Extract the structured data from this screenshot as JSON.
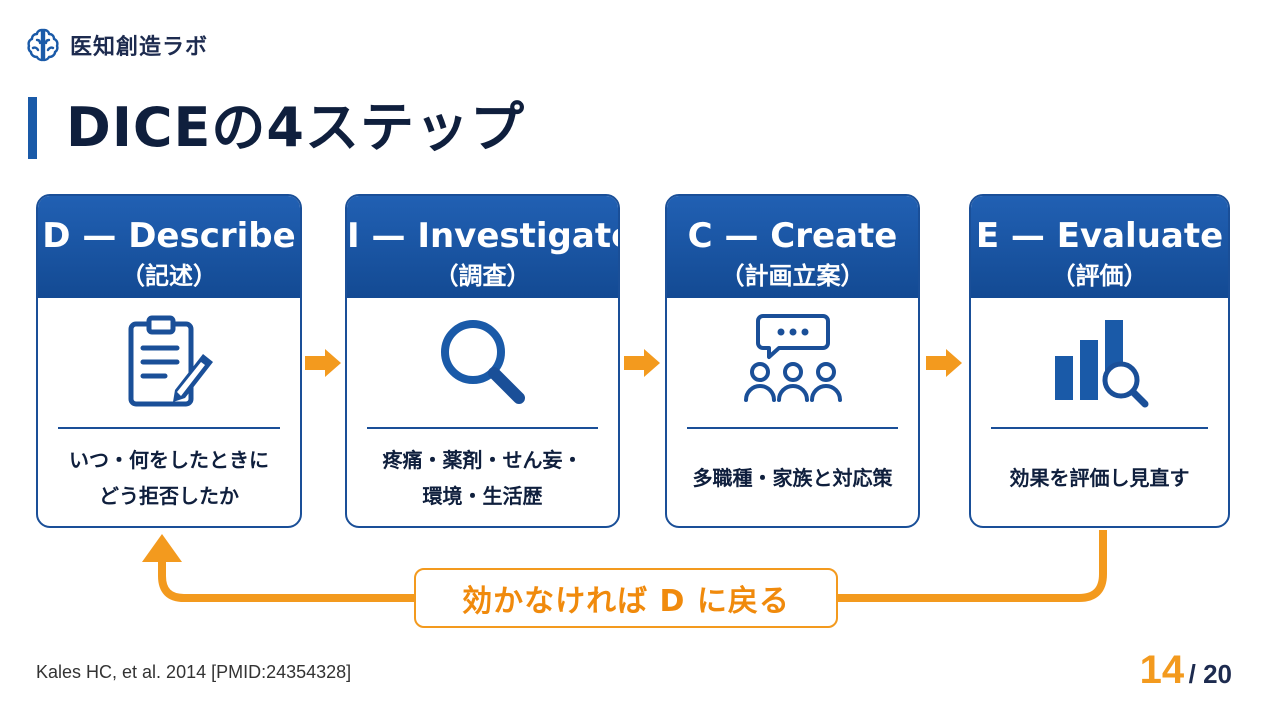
{
  "brand": {
    "name": "医知創造ラボ",
    "icon": "brain-icon"
  },
  "slide": {
    "title": "DICEの4ステップ"
  },
  "steps": [
    {
      "heading": "D — Describe",
      "subheading": "（記述）",
      "icon": "clipboard-pencil-icon",
      "description": "いつ・何をしたときに\nどう拒否したか"
    },
    {
      "heading": "I — Investigate",
      "subheading": "（調査）",
      "icon": "magnifier-icon",
      "description": "疼痛・薬剤・せん妄・\n環境・生活歴"
    },
    {
      "heading": "C — Create",
      "subheading": "（計画立案）",
      "icon": "team-discussion-icon",
      "description": "多職種・家族と対応策"
    },
    {
      "heading": "E — Evaluate",
      "subheading": "（評価）",
      "icon": "bar-chart-search-icon",
      "description": "効果を評価し見直す"
    }
  ],
  "loop": {
    "label": "効かなければ D に戻る"
  },
  "footer": {
    "citation": "Kales HC, et al. 2014 [PMID:24354328]",
    "page_current": "14",
    "page_total": "/ 20"
  },
  "colors": {
    "primary": "#1a4f98",
    "accent": "#f39a1e",
    "text": "#0f1f3d"
  }
}
